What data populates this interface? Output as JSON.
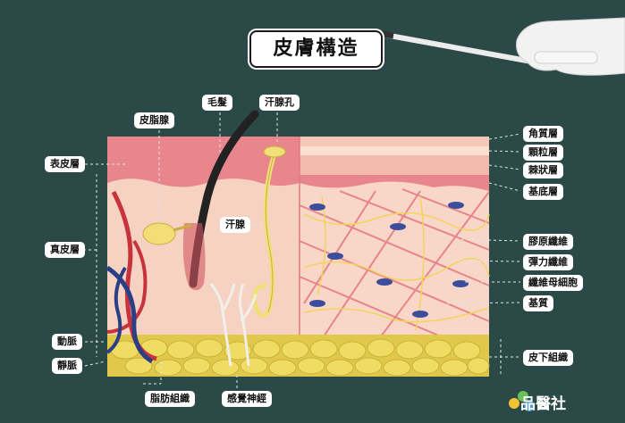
{
  "title": "皮膚構造",
  "layers_left": [
    "表皮層",
    "真皮層"
  ],
  "vessels": [
    "動脈",
    "靜脈"
  ],
  "top_labels": [
    "皮脂腺",
    "毛髮",
    "汗腺孔"
  ],
  "inner_label": "汗腺",
  "bottom_labels": [
    "脂肪組織",
    "感覺神經"
  ],
  "right_labels": [
    "角質層",
    "顆粒層",
    "棘狀層",
    "基底層",
    "膠原纖維",
    "彈力纖維",
    "纖維母細胞",
    "基質",
    "皮下組織"
  ],
  "brand": "品醫社",
  "colors": {
    "board": "#2b4a47",
    "epidermis": "#e9858c",
    "dermis": "#f6d2c3",
    "fat": "#ecd860",
    "artery": "#c8323a",
    "vein": "#2a3f86"
  }
}
